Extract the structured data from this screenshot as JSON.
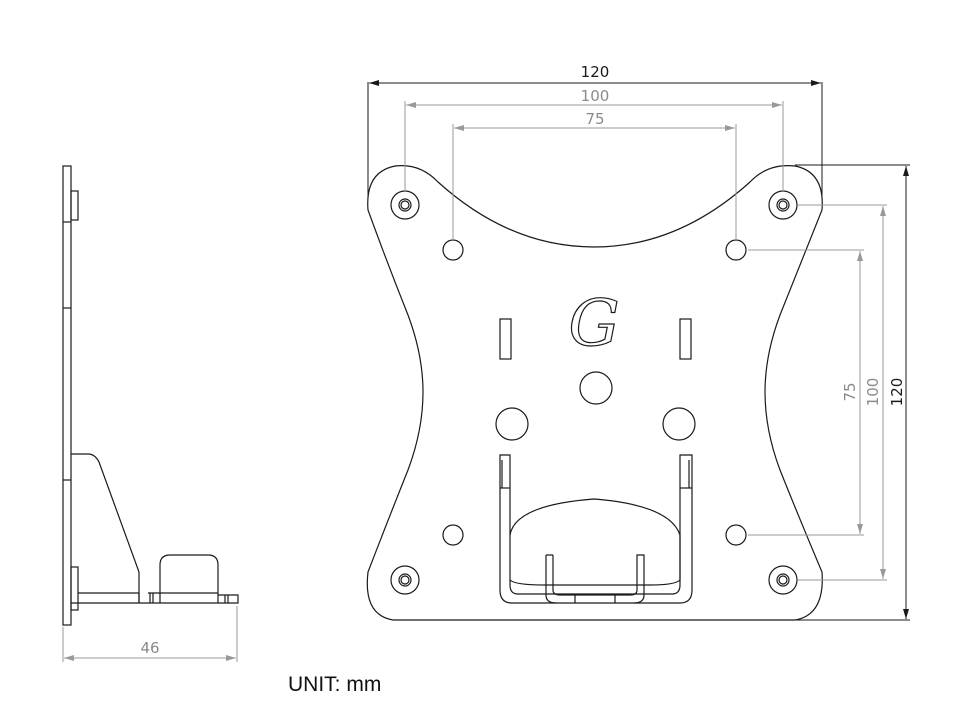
{
  "front_view": {
    "width_overall": "120",
    "width_vesa100": "100",
    "width_vesa75": "75",
    "height_overall": "120",
    "height_vesa100": "100",
    "height_vesa75": "75",
    "logo_letter": "G"
  },
  "side_view": {
    "depth": "46"
  },
  "unit_label": "UNIT: mm",
  "colors": {
    "line": "#1a1a1a",
    "dimension_gray": "#999999"
  }
}
